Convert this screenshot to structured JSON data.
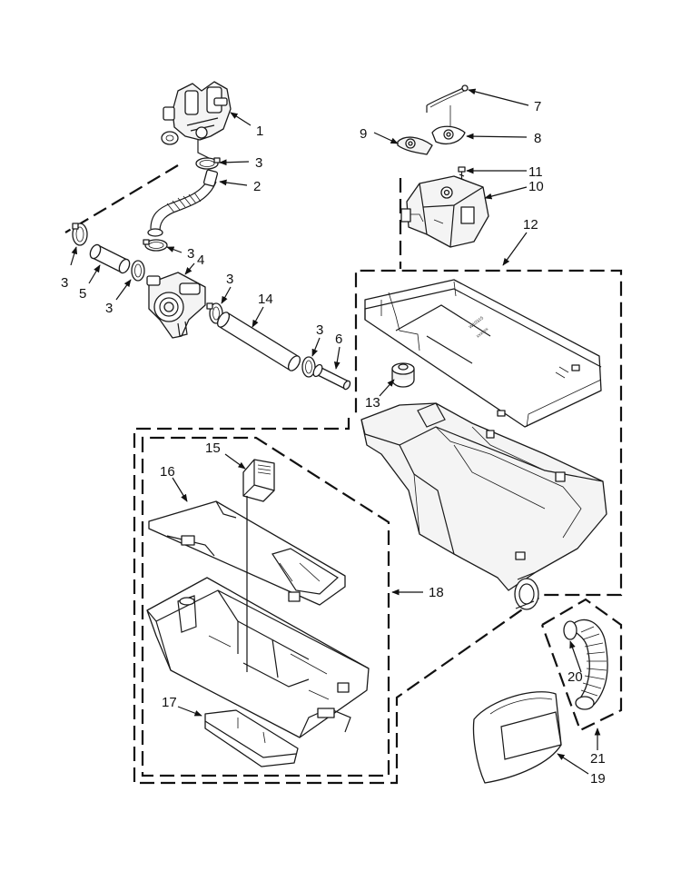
{
  "labels": {
    "l1": "1",
    "l2": "2",
    "l3a": "3",
    "l3b": "3",
    "l3c": "3",
    "l3d": "3",
    "l3e": "3",
    "l3f": "3",
    "l4": "4",
    "l5": "5",
    "l6": "6",
    "l7": "7",
    "l8": "8",
    "l9": "9",
    "l10": "10",
    "l11": "11",
    "l12": "12",
    "l13": "13",
    "l14": "14",
    "l15": "15",
    "l16": "16",
    "l17": "17",
    "l18": "18",
    "l19": "19",
    "l20": "20",
    "l21": "21"
  }
}
